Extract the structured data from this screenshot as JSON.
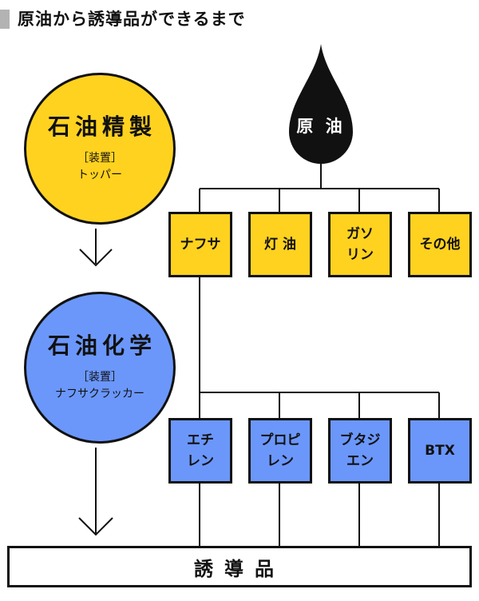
{
  "header": {
    "title": "原油から誘導品ができるまで"
  },
  "crude": {
    "label": "原 油"
  },
  "refining": {
    "title": "石油精製",
    "device_label": "［装置］",
    "device_name": "トッパー"
  },
  "petrochemistry": {
    "title": "石油化学",
    "device_label": "［装置］",
    "device_name": "ナフサクラッカー"
  },
  "refined_products": [
    {
      "label": "ナフサ"
    },
    {
      "label": "灯 油"
    },
    {
      "label": "ガソ\nリン"
    },
    {
      "label": "その他"
    }
  ],
  "chemical_products": [
    {
      "label": "エチ\nレン"
    },
    {
      "label": "プロピ\nレン"
    },
    {
      "label": "ブタジ\nエン"
    },
    {
      "label": "BTX"
    }
  ],
  "final_product": {
    "label": "誘導品"
  },
  "colors": {
    "refining": "#ffd21f",
    "chemistry": "#6b97fb",
    "crude": "#111111"
  }
}
